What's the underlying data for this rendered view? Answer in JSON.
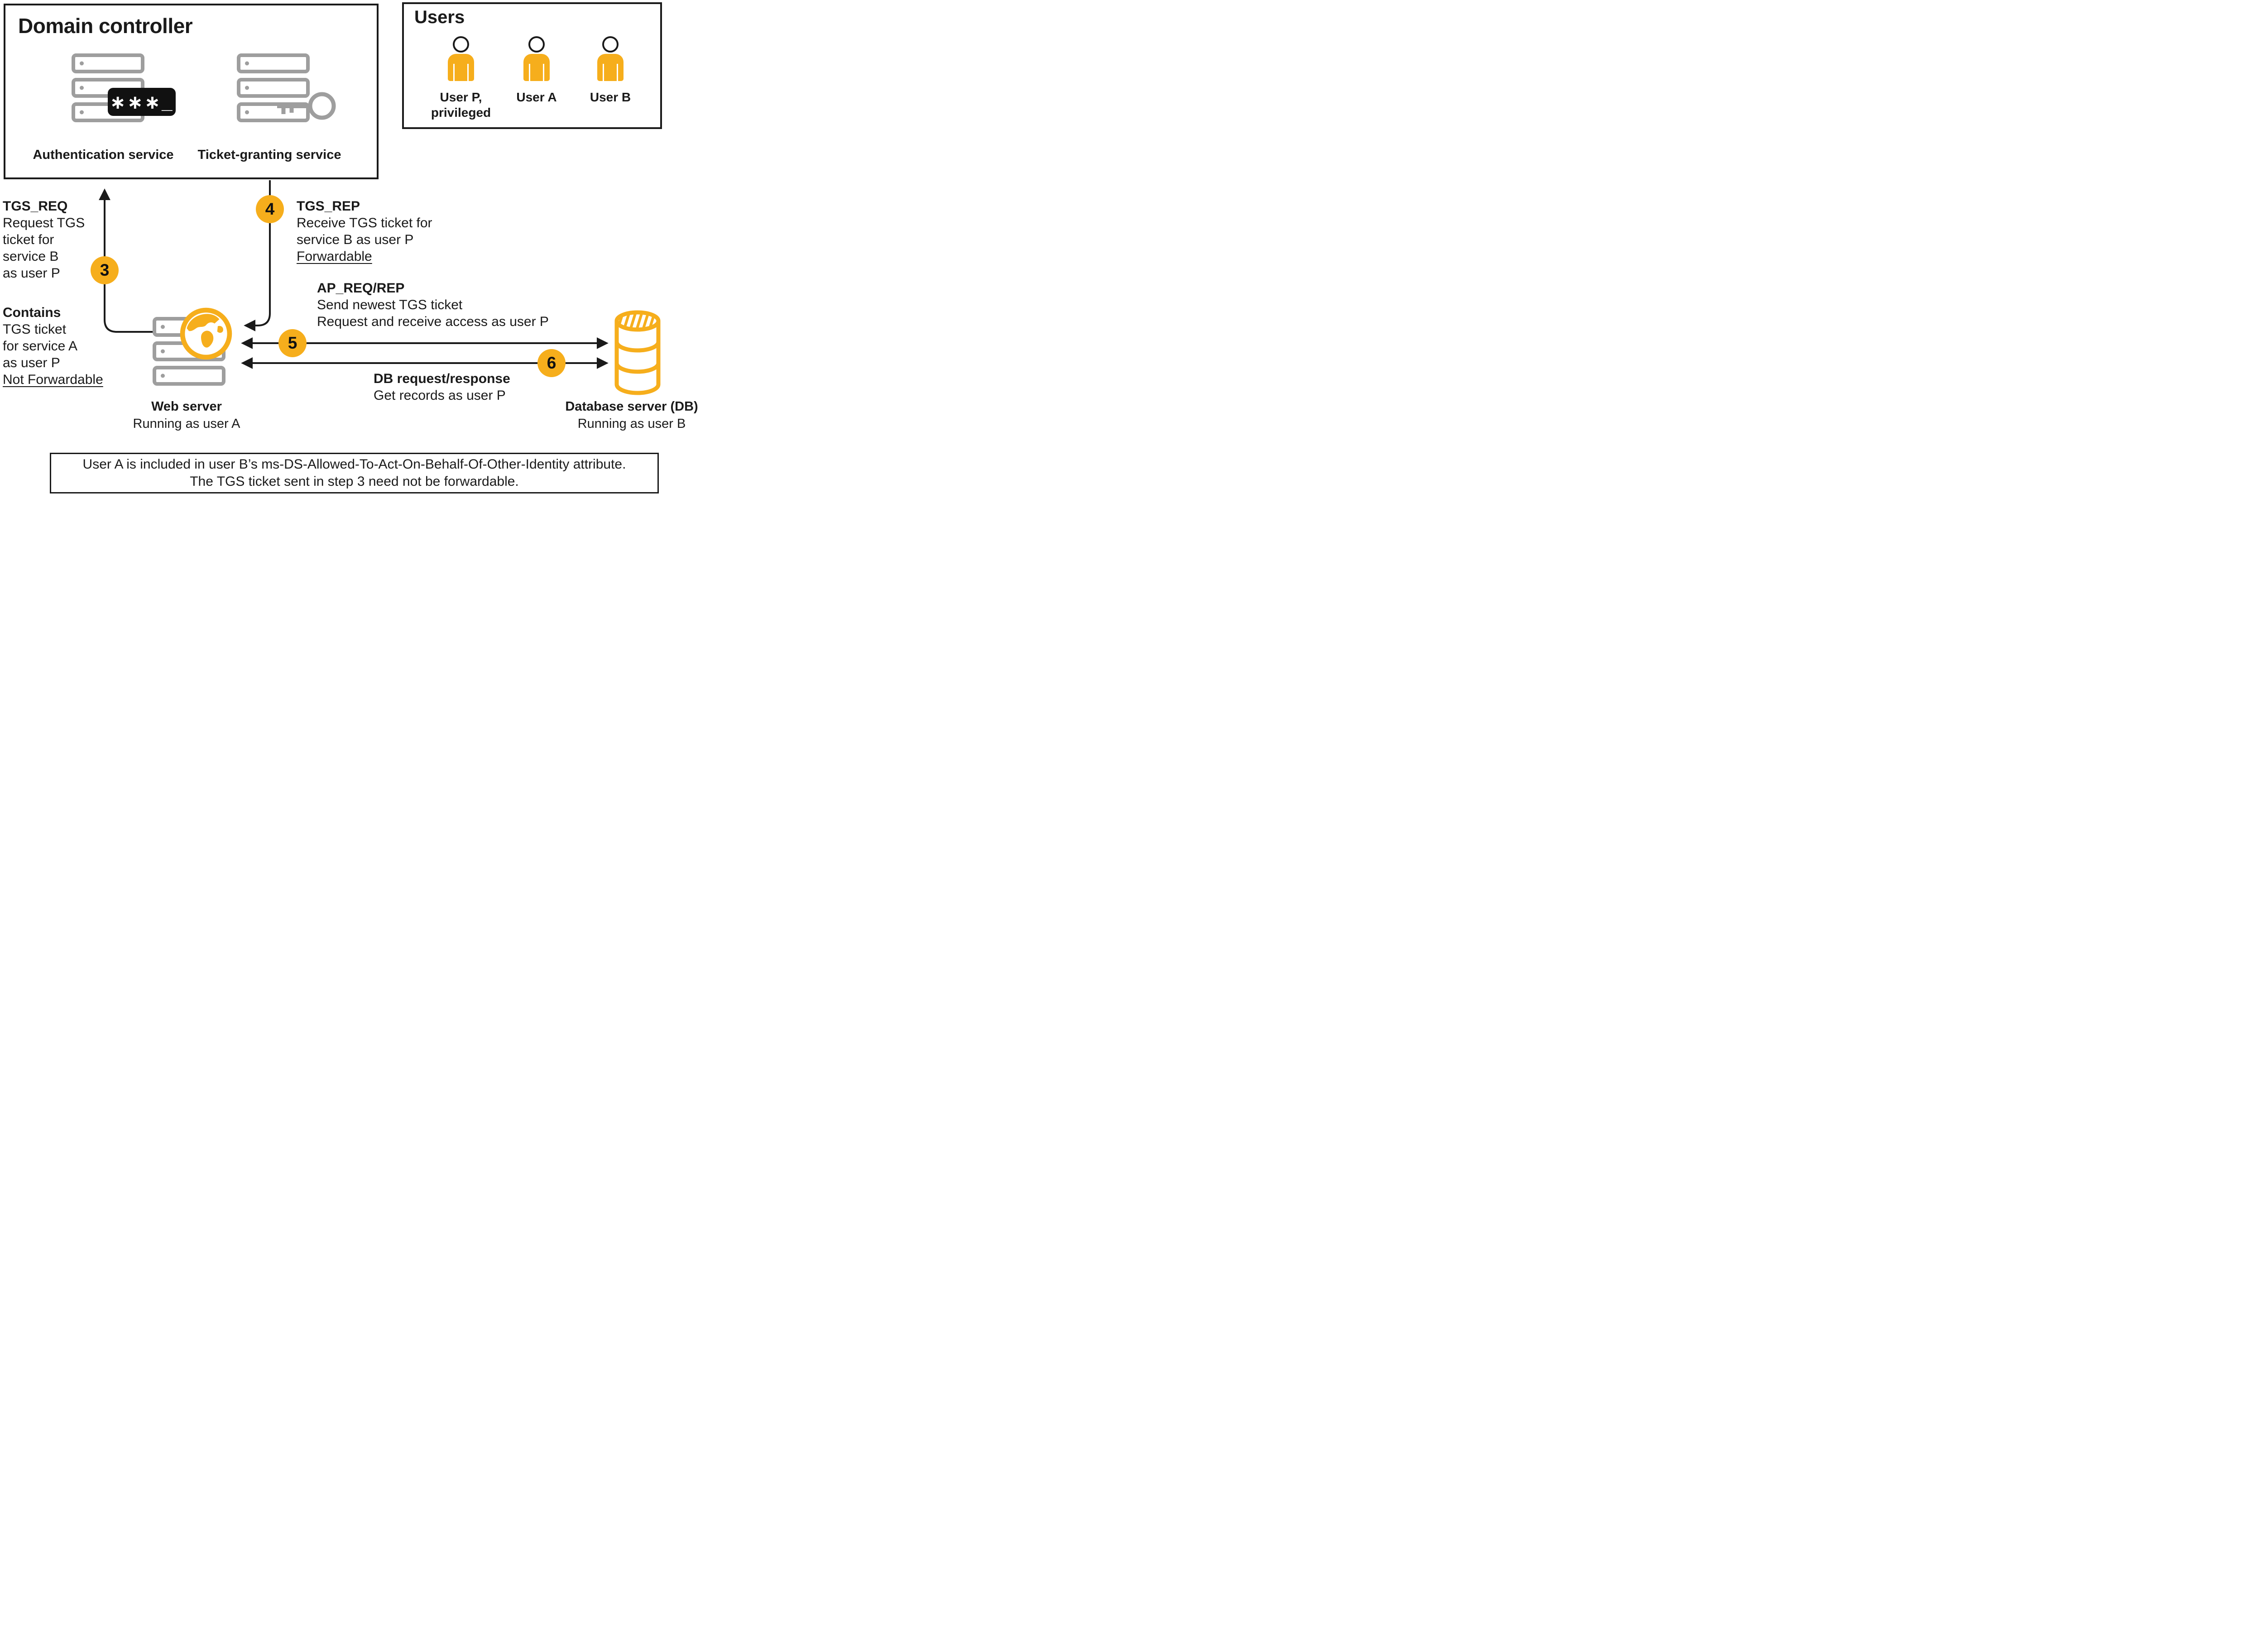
{
  "colors": {
    "amber": "#F6AE1C",
    "gray": "#9E9E9E",
    "ink": "#1A1A1A"
  },
  "domain_controller": {
    "title": "Domain controller",
    "auth_service_label": "Authentication service",
    "tgs_service_label": "Ticket-granting service",
    "password_display": "∗∗∗_"
  },
  "users": {
    "title": "Users",
    "items": [
      {
        "name": "User P,",
        "line2": "privileged"
      },
      {
        "name": "User A",
        "line2": ""
      },
      {
        "name": "User B",
        "line2": ""
      }
    ]
  },
  "web_server": {
    "name": "Web server",
    "subtitle": "Running as user A"
  },
  "db_server": {
    "name": "Database server (DB)",
    "subtitle": "Running as user B"
  },
  "steps": {
    "step3": {
      "number": "3",
      "title": "TGS_REQ",
      "line1": "Request TGS",
      "line2": "ticket for",
      "line3": "service B",
      "line4": "as user P",
      "contains_title": "Contains",
      "contains_line1": "TGS ticket",
      "contains_line2": "for service A",
      "contains_line3": "as user P",
      "contains_underlined": "Not Forwardable"
    },
    "step4": {
      "number": "4",
      "title": "TGS_REP",
      "line1": "Receive TGS ticket for",
      "line2": "service B as user P",
      "underlined": "Forwardable"
    },
    "step5": {
      "number": "5",
      "title": "AP_REQ/REP",
      "line1": "Send newest TGS ticket",
      "line2": "Request and receive access as user P"
    },
    "step6": {
      "number": "6",
      "title": "DB request/response",
      "line1": "Get records as user P"
    }
  },
  "footnote": {
    "line1": "User A is included in user B’s ms-DS-Allowed-To-Act-On-Behalf-Of-Other-Identity attribute.",
    "line2": "The TGS ticket sent in step 3 need not be forwardable."
  }
}
